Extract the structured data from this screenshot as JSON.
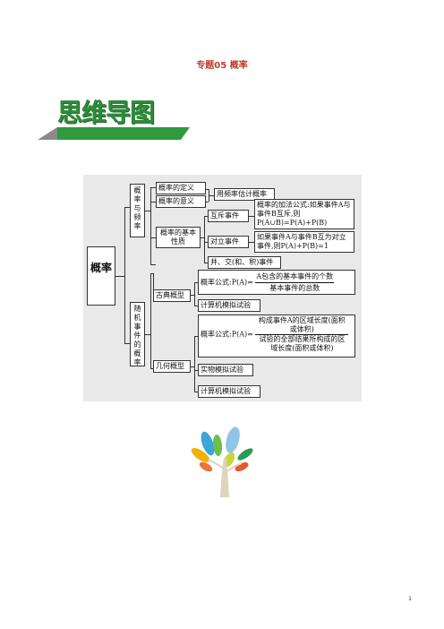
{
  "page_title": "专题05  概率",
  "banner_label": "思维导图",
  "page_number": "1",
  "mindmap": {
    "root": "概率",
    "branch1": "概率与频率",
    "branch1_items": {
      "definition": "概率的定义",
      "meaning": "概率的意义",
      "estimate": "用频率估计概率",
      "basic_props": "概率的基本性质",
      "mutex": "互斥事件",
      "add_formula": "概率的加法公式:如果事件A与事件B互斥,则P(A∪B)=P(A)+P(B)",
      "opposite": "对立事件",
      "opposite_formula": "如果事件A与事件B互为对立事件,则P(A)+P(B)=1",
      "union": "并、交(和、积)事件"
    },
    "branch2": "随机事件的概率",
    "classic": "古典概型",
    "classic_formula_label": "概率公式:P(A)=",
    "classic_num": "A包含的基本事件的个数",
    "classic_den": "基本事件的总数",
    "classic_sim": "计算机模拟试验",
    "geometric": "几何概型",
    "geo_formula_label": "概率公式:P(A)=",
    "geo_num": "构成事件A的区域长度(面积或体积)",
    "geo_den": "试验的全部结果所构成的区域长度(面积或体积)",
    "geo_physical": "实物模拟试验",
    "geo_sim": "计算机模拟试验"
  }
}
